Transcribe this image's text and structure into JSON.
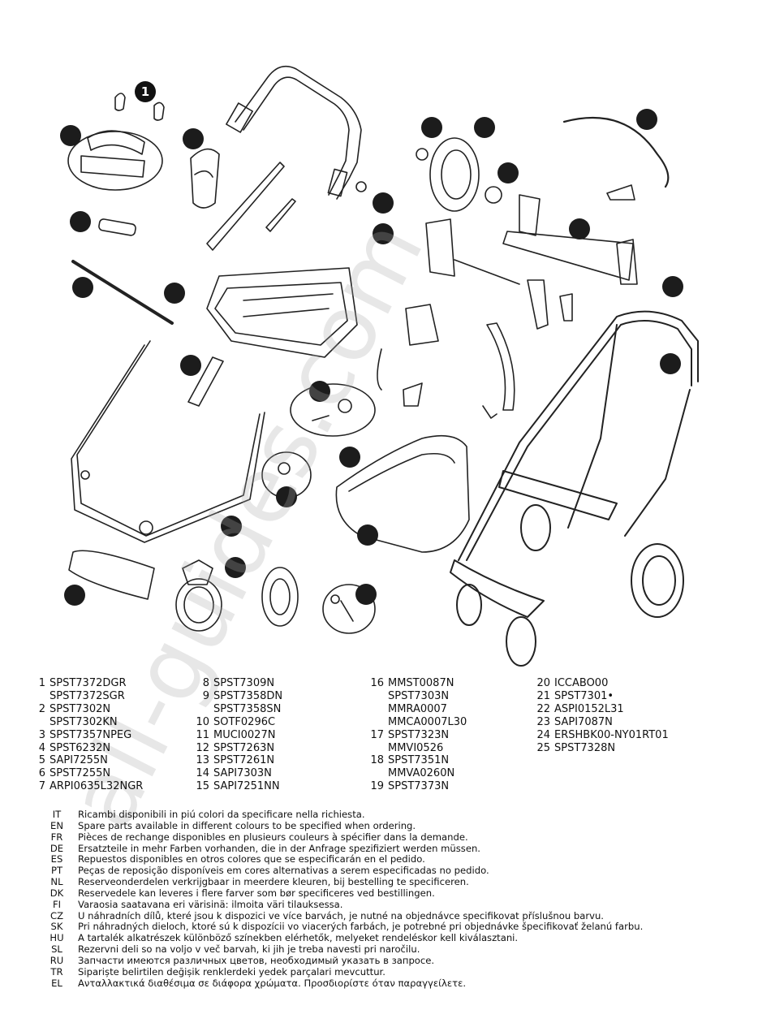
{
  "callout_number": "1",
  "watermark": "all-guides.com",
  "parts": [
    [
      {
        "num": "1",
        "codes": [
          "SPST7372DGR",
          "SPST7372SGR"
        ]
      },
      {
        "num": "2",
        "codes": [
          "SPST7302N",
          "SPST7302KN"
        ]
      },
      {
        "num": "3",
        "codes": [
          "SPST7357NPEG"
        ]
      },
      {
        "num": "4",
        "codes": [
          "SPST6232N"
        ]
      },
      {
        "num": "5",
        "codes": [
          "SAPI7255N"
        ]
      },
      {
        "num": "6",
        "codes": [
          "SPST7255N"
        ]
      },
      {
        "num": "7",
        "codes": [
          "ARPI0635L32NGR"
        ]
      }
    ],
    [
      {
        "num": "8",
        "codes": [
          "SPST7309N"
        ]
      },
      {
        "num": "9",
        "codes": [
          "SPST7358DN",
          "SPST7358SN"
        ]
      },
      {
        "num": "10",
        "codes": [
          "SOTF0296C"
        ]
      },
      {
        "num": "11",
        "codes": [
          "MUCI0027N"
        ]
      },
      {
        "num": "12",
        "codes": [
          "SPST7263N"
        ]
      },
      {
        "num": "13",
        "codes": [
          "SPST7261N"
        ]
      },
      {
        "num": "14",
        "codes": [
          "SAPI7303N"
        ]
      },
      {
        "num": "15",
        "codes": [
          "SAPI7251NN"
        ]
      }
    ],
    [
      {
        "num": "16",
        "codes": [
          "MMST0087N",
          "SPST7303N",
          "MMRA0007",
          "MMCA0007L30"
        ]
      },
      {
        "num": "17",
        "codes": [
          "SPST7323N",
          "MMVI0526"
        ]
      },
      {
        "num": "18",
        "codes": [
          "SPST7351N",
          "MMVA0260N"
        ]
      },
      {
        "num": "19",
        "codes": [
          "SPST7373N"
        ]
      }
    ],
    [
      {
        "num": "20",
        "codes": [
          "ICCABO00"
        ]
      },
      {
        "num": "21",
        "codes": [
          "SPST7301•"
        ]
      },
      {
        "num": "22",
        "codes": [
          "ASPI0152L31"
        ]
      },
      {
        "num": "23",
        "codes": [
          "SAPI7087N"
        ]
      },
      {
        "num": "24",
        "codes": [
          "ERSHBK00-NY01RT01"
        ]
      },
      {
        "num": "25",
        "codes": [
          "SPST7328N"
        ]
      }
    ]
  ],
  "notes": [
    {
      "lang": "IT",
      "text": "Ricambi disponibili in piú colori da specificare nella richiesta."
    },
    {
      "lang": "EN",
      "text": "Spare parts available in different colours to be specified when ordering."
    },
    {
      "lang": "FR",
      "text": "Pièces de rechange disponibles en plusieurs couleurs à spécifier dans la demande."
    },
    {
      "lang": "DE",
      "text": "Ersatzteile in mehr Farben vorhanden, die in der Anfrage spezifiziert werden müssen."
    },
    {
      "lang": "ES",
      "text": "Repuestos disponibles en otros colores que se especificarán en el pedido."
    },
    {
      "lang": "PT",
      "text": "Peças de reposição disponíveis em cores alternativas a serem especificadas no pedido."
    },
    {
      "lang": "NL",
      "text": "Reserveonderdelen verkrijgbaar in meerdere kleuren, bij bestelling te specificeren."
    },
    {
      "lang": "DK",
      "text": "Reservedele kan leveres i flere farver som bør specificeres ved bestillingen."
    },
    {
      "lang": "FI",
      "text": "Varaosia saatavana eri värisinä: ilmoita väri tilauksessa."
    },
    {
      "lang": "CZ",
      "text": "U náhradních dílů, které jsou k dispozici ve více barvách, je nutné na objednávce specifikovat příslušnou barvu."
    },
    {
      "lang": "SK",
      "text": "Pri náhradných dieloch, ktoré sú k dispozícii vo viacerých farbách, je potrebné pri objednávke špecifikovať želanú farbu."
    },
    {
      "lang": "HU",
      "text": "A tartalék alkatrészek különböző színekben elérhetők, melyeket rendeléskor kell kiválasztani."
    },
    {
      "lang": "SL",
      "text": "Rezervni deli so na voljo v več barvah, ki jih je treba navesti pri naročilu."
    },
    {
      "lang": "RU",
      "text": "Запчасти имеются различных цветов, необходимый указать в запросе."
    },
    {
      "lang": "TR",
      "text": "Sipariște belirtilen değișik renklerdeki yedek parçalari mevcuttur."
    },
    {
      "lang": "EL",
      "text": "Ανταλλακτικά διαθέσιμα σε διάφορα χρώματα. Προσδιορίστε όταν παραγγείλετε."
    }
  ]
}
